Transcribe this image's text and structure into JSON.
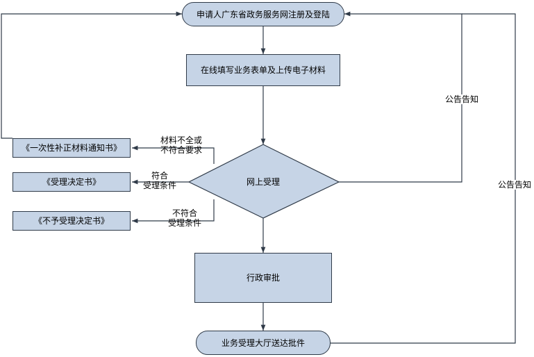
{
  "nodes": {
    "register": "申请人广东省政务服务网注册及登陆",
    "fill_form": "在线填写业务表单及上传电子材料",
    "online_accept": "网上受理",
    "admin_approve": "行政审批",
    "deliver": "业务受理大厅送达批件",
    "supplement_notice": "《一次性补正材料通知书》",
    "accept_decision": "《受理决定书》",
    "reject_decision": "《不予受理决定书》"
  },
  "edges": {
    "incomplete_l1": "材料不全或",
    "incomplete_l2": "不符合要求",
    "meets_l1": "符合",
    "meets_l2": "受理条件",
    "not_meets_l1": "不符合",
    "not_meets_l2": "受理条件",
    "notice_1": "公告告知",
    "notice_2": "公告告知"
  },
  "colors": {
    "node_fill": "#c6d4e6",
    "stroke": "#2f3a48",
    "background": "#ffffff"
  }
}
